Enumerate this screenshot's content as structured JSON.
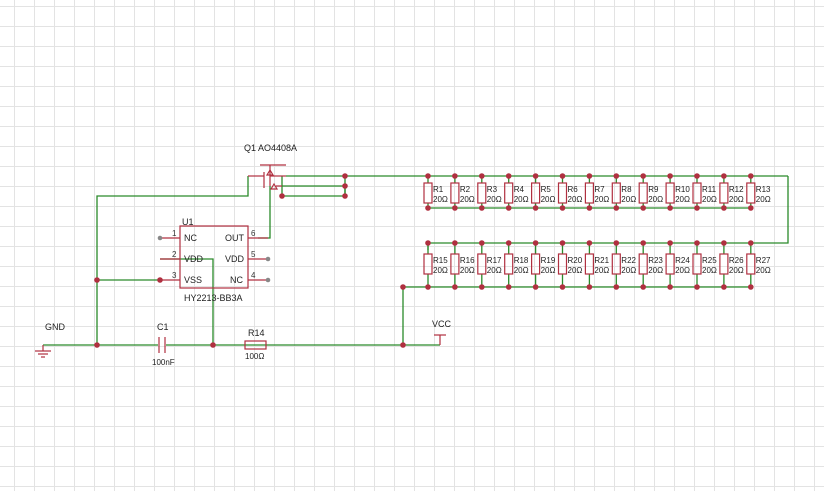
{
  "transistor": {
    "ref": "Q1",
    "value": "AO4408A"
  },
  "ic": {
    "ref": "U1",
    "part": "HY2213-BB3A",
    "pins": [
      {
        "num": "1",
        "name": "NC"
      },
      {
        "num": "2",
        "name": "VDD"
      },
      {
        "num": "3",
        "name": "VSS"
      },
      {
        "num": "4",
        "name": "NC"
      },
      {
        "num": "5",
        "name": "VDD"
      },
      {
        "num": "6",
        "name": "OUT"
      }
    ]
  },
  "gnd_label": "GND",
  "vcc_label": "VCC",
  "capacitor": {
    "ref": "C1",
    "value": "100nF"
  },
  "r14": {
    "ref": "R14",
    "value": "100Ω"
  },
  "top_resistors": [
    {
      "ref": "R1",
      "value": "20Ω"
    },
    {
      "ref": "R2",
      "value": "20Ω"
    },
    {
      "ref": "R3",
      "value": "20Ω"
    },
    {
      "ref": "R4",
      "value": "20Ω"
    },
    {
      "ref": "R5",
      "value": "20Ω"
    },
    {
      "ref": "R6",
      "value": "20Ω"
    },
    {
      "ref": "R7",
      "value": "20Ω"
    },
    {
      "ref": "R8",
      "value": "20Ω"
    },
    {
      "ref": "R9",
      "value": "20Ω"
    },
    {
      "ref": "R10",
      "value": "20Ω"
    },
    {
      "ref": "R11",
      "value": "20Ω"
    },
    {
      "ref": "R12",
      "value": "20Ω"
    },
    {
      "ref": "R13",
      "value": "20Ω"
    }
  ],
  "bottom_resistors": [
    {
      "ref": "R15",
      "value": "20Ω"
    },
    {
      "ref": "R16",
      "value": "20Ω"
    },
    {
      "ref": "R17",
      "value": "20Ω"
    },
    {
      "ref": "R18",
      "value": "20Ω"
    },
    {
      "ref": "R19",
      "value": "20Ω"
    },
    {
      "ref": "R20",
      "value": "20Ω"
    },
    {
      "ref": "R21",
      "value": "20Ω"
    },
    {
      "ref": "R22",
      "value": "20Ω"
    },
    {
      "ref": "R23",
      "value": "20Ω"
    },
    {
      "ref": "R24",
      "value": "20Ω"
    },
    {
      "ref": "R25",
      "value": "20Ω"
    },
    {
      "ref": "R26",
      "value": "20Ω"
    },
    {
      "ref": "R27",
      "value": "20Ω"
    }
  ]
}
